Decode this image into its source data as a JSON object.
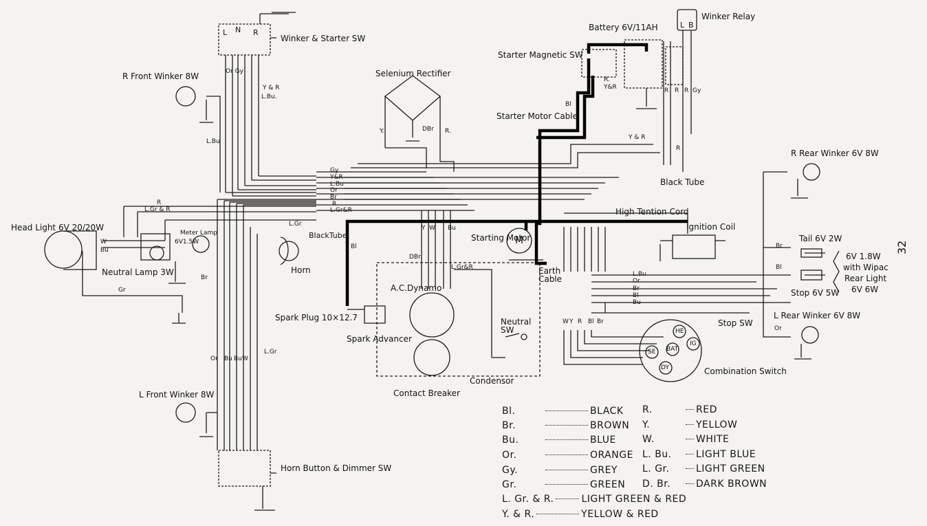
{
  "page_number": "32",
  "components": {
    "winker_starter_sw": "Winker & Starter SW",
    "r_front_winker": "R Front Winker 8W",
    "selenium_rectifier": "Selenium Rectifier",
    "battery": "Battery 6V/11AH",
    "winker_relay": "Winker Relay",
    "starter_magnetic_sw": "Starter Magnetic SW",
    "starter_motor_cable": "Starter Motor Cable",
    "black_tube": "Black Tube",
    "black_tube_2": "BlackTube",
    "r_rear_winker": "R Rear Winker 6V 8W",
    "high_tension_cord": "High Tention Cord",
    "ignition_coil": "Ignition Coil",
    "head_light": "Head Light 6V 20/20W",
    "meter_lamp": "Meter Lamp",
    "meter_lamp_rating": "6V1.5W",
    "neutral_lamp": "Neutral Lamp 3W",
    "horn": "Horn",
    "starting_motor": "Starting Motor",
    "earth_cable": "Earth Cable",
    "tail": "Tail 6V 2W",
    "wipac_note_1": "6V 1.8W",
    "wipac_note_2": "with Wipac",
    "wipac_note_3": "Rear Light",
    "wipac_note_4": "6V 6W",
    "stop": "Stop 6V 5W",
    "ac_dynamo": "A.C.Dynamo",
    "spark_plug": "Spark Plug 10×12.7",
    "spark_advancer": "Spark Advancer",
    "neutral_sw": "Neutral SW",
    "stop_sw": "Stop SW",
    "l_rear_winker": "L Rear Winker 6V 8W",
    "condensor": "Condensor",
    "combination_switch": "Combination Switch",
    "contact_breaker": "Contact Breaker",
    "l_front_winker": "L Front Winker 8W",
    "horn_button_dimmer_sw": "Horn Button & Dimmer SW",
    "motor_letter": "M",
    "switch_letters": {
      "l": "L",
      "n": "N",
      "r": "R"
    },
    "relay_letters": {
      "l": "L",
      "b": "B"
    },
    "combination_terminals": [
      "HE",
      "IG",
      "SE",
      "BAT",
      "DY"
    ]
  },
  "wire_labels": {
    "or_gy": "Or Gy",
    "y_r_top": "Y & R",
    "lbu_top": "L.Bu.",
    "lbu_left": "L.Bu",
    "y_dbr_r": [
      "Y.",
      "DBr",
      "R."
    ],
    "bl_starter": "Bl",
    "r_y_r": [
      "R.",
      "Y&R"
    ],
    "r_r_r_gy": [
      "R",
      "R",
      "R",
      "Gy"
    ],
    "y_r_mid": "Y & R",
    "r_mid": "R",
    "harness": [
      "Gy",
      "Y&R",
      "L.Bu",
      "Or",
      "Br",
      "R",
      "L.Gr&R"
    ],
    "r_left": "R",
    "lgr_r_left": "L.Gr & R",
    "w": "W",
    "bu": "Bu",
    "lgr": "L.Gr",
    "bl_plug": "Bl",
    "gr": "Gr",
    "br_meter": "Br",
    "y_w_bu": [
      "Y",
      "W",
      "Bu"
    ],
    "dbr": "DBr",
    "lgr_r_dynamo": "L.Gr&R",
    "lbu_right": "L.Bu",
    "right_bundle": [
      "L.Bu",
      "Or",
      "Br",
      "Bl",
      "Bu"
    ],
    "br_tail": "Br",
    "bl_stop": "Bl",
    "wyrbbr": [
      "W",
      "Y",
      "R",
      "Bl",
      "Br"
    ],
    "or_lwink": "Or",
    "vert_left": [
      "Or",
      "Bu",
      "Bu",
      "W"
    ],
    "lgr_vert": "L.Gr"
  },
  "legend": {
    "left": [
      {
        "abbr": "Bl.",
        "name": "BLACK"
      },
      {
        "abbr": "Br.",
        "name": "BROWN"
      },
      {
        "abbr": "Bu.",
        "name": "BLUE"
      },
      {
        "abbr": "Or.",
        "name": "ORANGE"
      },
      {
        "abbr": "Gy.",
        "name": "GREY"
      },
      {
        "abbr": "Gr.",
        "name": "GREEN"
      }
    ],
    "right": [
      {
        "abbr": "R.",
        "name": "RED"
      },
      {
        "abbr": "Y.",
        "name": "YELLOW"
      },
      {
        "abbr": "W.",
        "name": "WHITE"
      },
      {
        "abbr": "L. Bu.",
        "name": "LIGHT BLUE"
      },
      {
        "abbr": "L. Gr.",
        "name": "LIGHT GREEN"
      },
      {
        "abbr": "D. Br.",
        "name": "DARK BROWN"
      }
    ],
    "bottom": [
      {
        "abbr": "L. Gr. & R.",
        "name": "LIGHT GREEN & RED"
      },
      {
        "abbr": "Y. & R.",
        "name": "YELLOW & RED"
      }
    ]
  }
}
